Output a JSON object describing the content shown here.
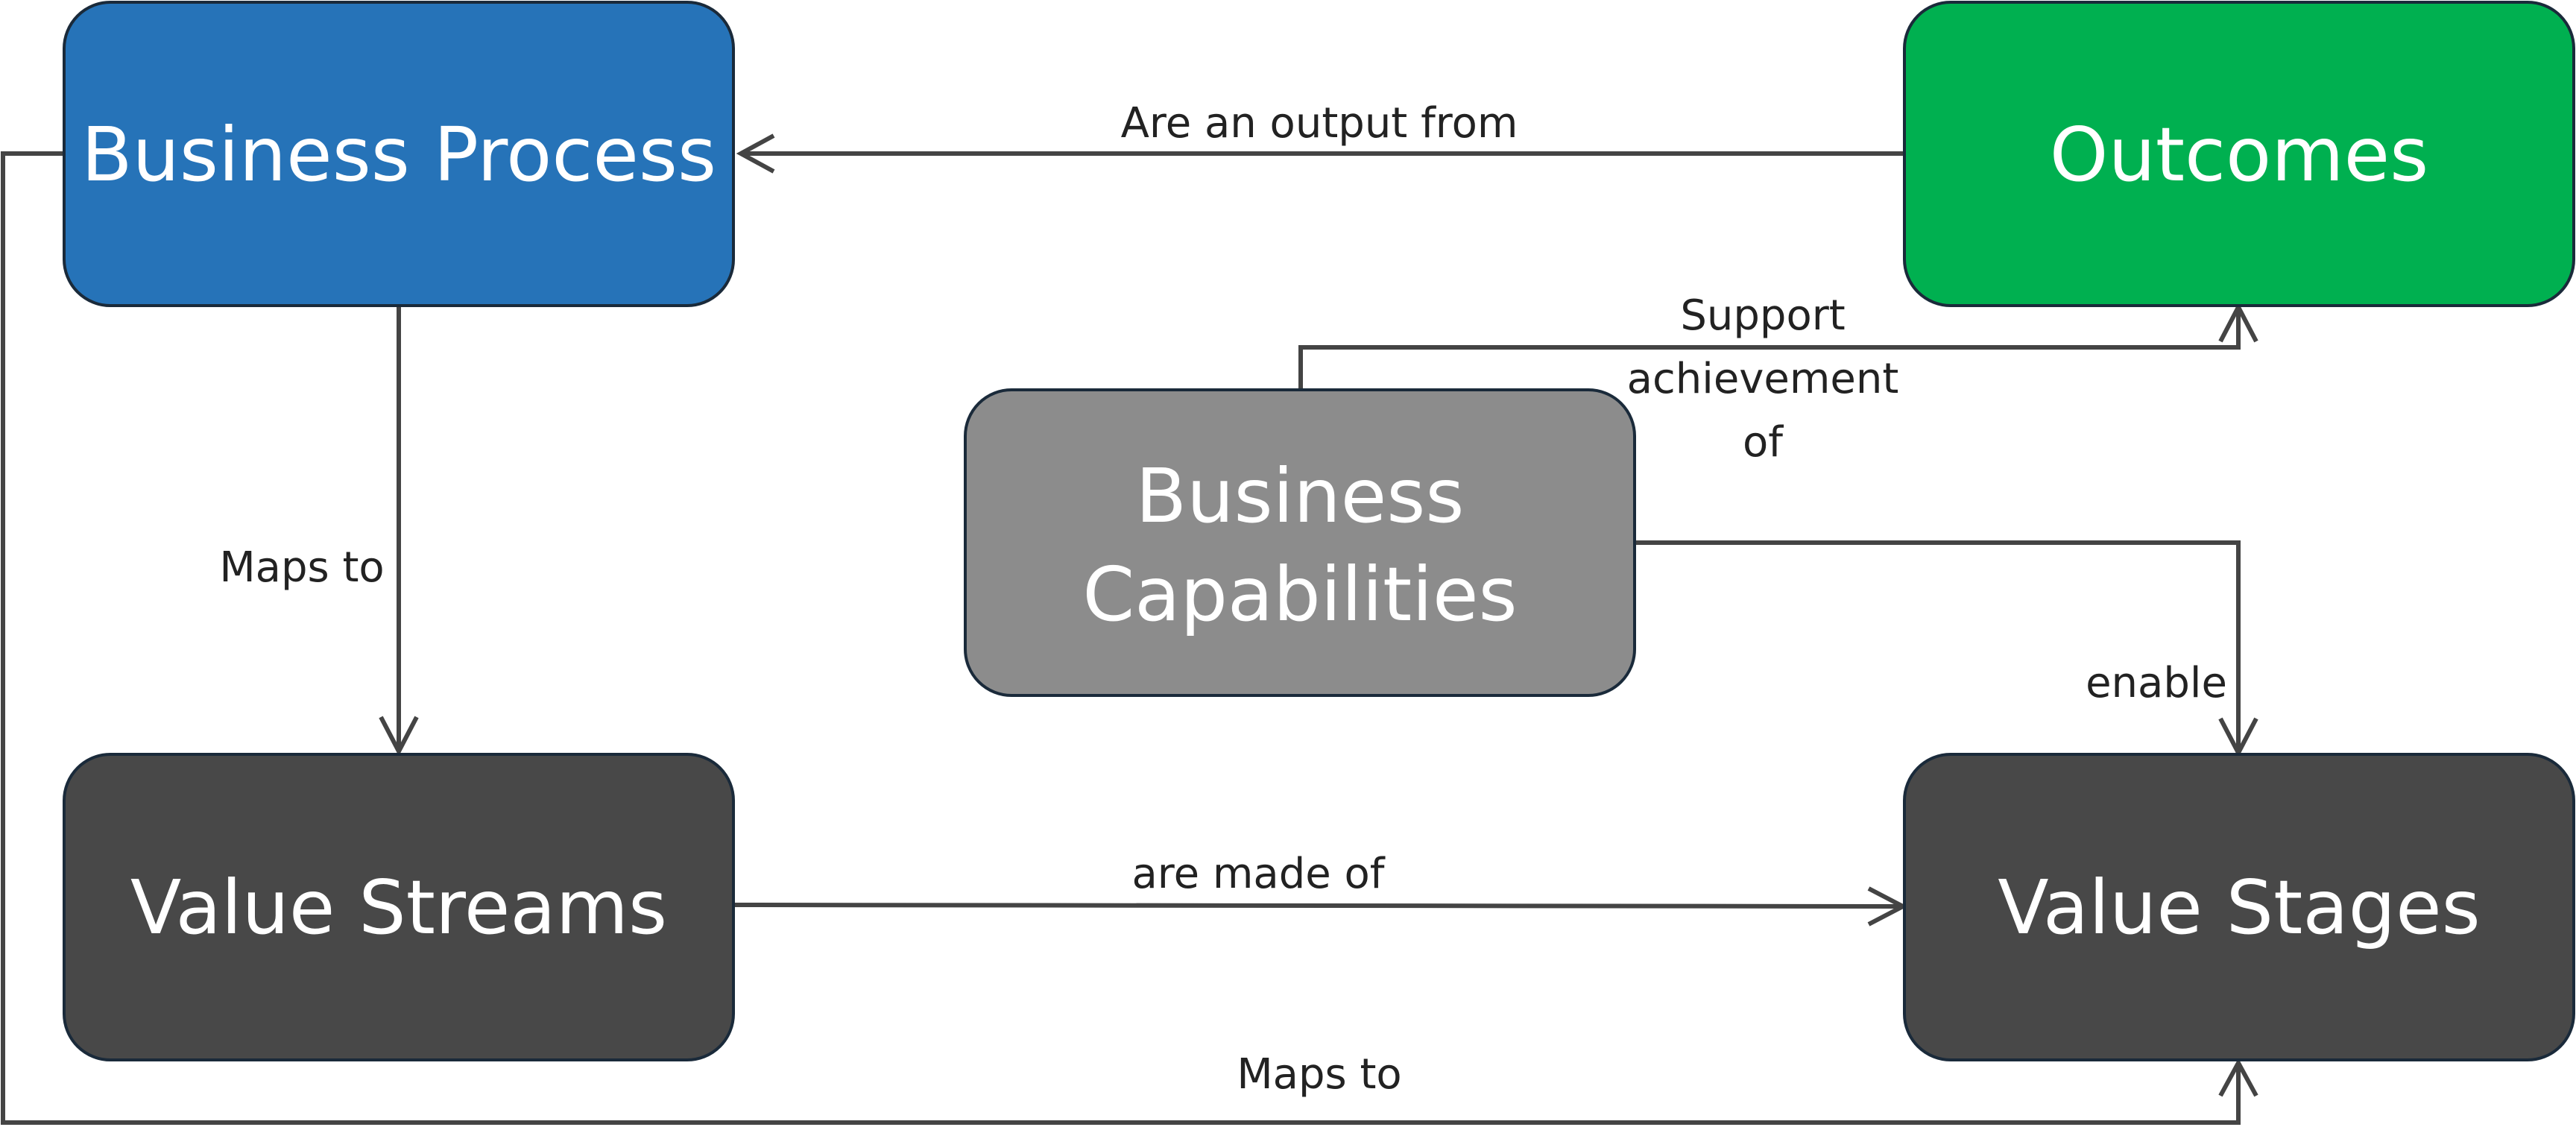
{
  "nodes": {
    "business_process": {
      "label": "Business Process",
      "color": "#2673b8"
    },
    "outcomes": {
      "label": "Outcomes",
      "color": "#00b050"
    },
    "business_capabilities": {
      "line1": "Business",
      "line2": "Capabilities",
      "color": "#8c8c8c"
    },
    "value_streams": {
      "label": "Value Streams",
      "color": "#484848"
    },
    "value_stages": {
      "label": "Value Stages",
      "color": "#484848"
    }
  },
  "edges": {
    "output_from": {
      "label": "Are an output from"
    },
    "support": {
      "line1": "Support",
      "line2": "achievement",
      "line3": "of"
    },
    "maps_to_vs": {
      "label": "Maps to"
    },
    "enable": {
      "label": "enable"
    },
    "made_of": {
      "label": "are made of"
    },
    "maps_to_stages": {
      "label": "Maps to"
    }
  },
  "colors": {
    "connector": "#444444",
    "node_border": "#1a2a3a"
  }
}
